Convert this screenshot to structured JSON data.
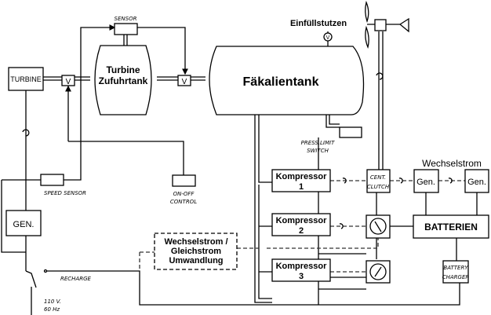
{
  "labels": {
    "turbine": "TURBINE",
    "sensor": "SENSOR",
    "valve": "V",
    "supply_tank_1": "Turbine",
    "supply_tank_2": "Zufuhrtank",
    "main_tank": "Fäkalientank",
    "filler": "Einfüllstutzen",
    "press_limit_1": "PRESS.LIMIT",
    "press_limit_2": "SWITCH",
    "speed_sensor": "SPEED SENSOR",
    "on_off_1": "ON-OFF",
    "on_off_2": "CONTROL",
    "gen_left": "GEN.",
    "converter_1": "Wechselstrom /",
    "converter_2": "Gleichstrom",
    "converter_3": "Umwandlung",
    "recharge": "RECHARGE",
    "mains_1": "110 V.",
    "mains_2": "60 Hz",
    "kompressor": "Kompressor",
    "k1": "1",
    "k2": "2",
    "k3": "3",
    "clutch_1": "CENT.",
    "clutch_2": "CLUTCH",
    "ac": "Wechselstrom",
    "gen": "Gen.",
    "batteries": "BATTERIEN",
    "charger_1": "BATTERY",
    "charger_2": "CHARGER"
  }
}
